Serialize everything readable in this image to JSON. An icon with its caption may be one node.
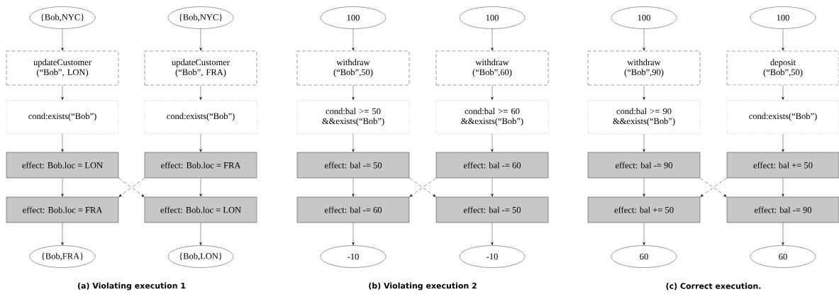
{
  "diagram": {
    "nodes": [
      {
        "text": [
          "{Bob,NYC}"
        ]
      },
      {
        "text": [
          "updateCustomer (“Bob”, LON)"
        ]
      },
      {
        "text": [
          "cond:exists(“Bob”)"
        ]
      },
      {
        "text": [
          "effect: Bob.loc = LON"
        ]
      },
      {
        "text": [
          "effect: Bob.loc = FRA"
        ]
      },
      {
        "text": [
          "{Bob,FRA}"
        ]
      },
      {
        "text": [
          "{Bob,NYC}"
        ]
      },
      {
        "text": [
          "updateCustomer (“Bob”, FRA)"
        ]
      },
      {
        "text": [
          "cond:exists(“Bob”)"
        ]
      },
      {
        "text": [
          "effect: Bob.loc = FRA"
        ]
      },
      {
        "text": [
          "effect: Bob.loc = LON"
        ]
      },
      {
        "text": [
          "{Bob,LON}"
        ]
      },
      {
        "text": [
          "100"
        ]
      },
      {
        "text": [
          "withdraw (“Bob”,50)"
        ]
      },
      {
        "text": [
          "cond:bal >= 50 &&exists(“Bob”)"
        ]
      },
      {
        "text": [
          "effect: bal -= 50"
        ]
      },
      {
        "text": [
          "effect: bal -= 60"
        ]
      },
      {
        "text": [
          "-10"
        ]
      },
      {
        "text": [
          "100"
        ]
      },
      {
        "text": [
          "withdraw (“Bob”,60)"
        ]
      },
      {
        "text": [
          "cond:bal >= 60 &&exists(“Bob”)"
        ]
      },
      {
        "text": [
          "effect: bal -= 60"
        ]
      },
      {
        "text": [
          "effect: bal -= 50"
        ]
      },
      {
        "text": [
          "-10"
        ]
      },
      {
        "text": [
          "100"
        ]
      },
      {
        "text": [
          "withdraw (“Bob”,90)"
        ]
      },
      {
        "text": [
          "cond:bal >= 90 &&exists(“Bob”)"
        ]
      },
      {
        "text": [
          "effect: bal -= 90"
        ]
      },
      {
        "text": [
          "effect: bal += 50"
        ]
      },
      {
        "text": [
          "60"
        ]
      },
      {
        "text": [
          "100"
        ]
      },
      {
        "text": [
          "deposit (“Bob”,50)"
        ]
      },
      {
        "text": [
          "cond:exists(“Bob”)"
        ]
      },
      {
        "text": [
          "effect: bal += 50"
        ]
      },
      {
        "text": [
          "effect: bal -= 90"
        ]
      },
      {
        "text": [
          "60"
        ]
      }
    ],
    "edges": [
      {
        "from": 0,
        "to": 1,
        "arrow": "to"
      },
      {
        "from": 1,
        "to": 2,
        "arrow": "to"
      },
      {
        "from": 2,
        "to": 3,
        "arrow": "to"
      },
      {
        "from": 3,
        "to": 4,
        "arrow": "to"
      },
      {
        "from": 4,
        "to": 5,
        "arrow": "to"
      },
      {
        "from": 6,
        "to": 7,
        "arrow": "to"
      },
      {
        "from": 7,
        "to": 8,
        "arrow": "to"
      },
      {
        "from": 8,
        "to": 9,
        "arrow": "to"
      },
      {
        "from": 9,
        "to": 10,
        "arrow": "to"
      },
      {
        "from": 10,
        "to": 11,
        "arrow": "to"
      },
      {
        "from": 3,
        "to": 10,
        "arrow": "to",
        "style": "dashed"
      },
      {
        "from": 9,
        "to": 4,
        "arrow": "to",
        "style": "dashed"
      },
      {
        "from": 12,
        "to": 13,
        "arrow": "to"
      },
      {
        "from": 13,
        "to": 14,
        "arrow": "to"
      },
      {
        "from": 14,
        "to": 15,
        "arrow": "to"
      },
      {
        "from": 15,
        "to": 16,
        "arrow": "to"
      },
      {
        "from": 16,
        "to": 17,
        "arrow": "to"
      },
      {
        "from": 18,
        "to": 19,
        "arrow": "to"
      },
      {
        "from": 19,
        "to": 20,
        "arrow": "to"
      },
      {
        "from": 20,
        "to": 21,
        "arrow": "to"
      },
      {
        "from": 21,
        "to": 22,
        "arrow": "to"
      },
      {
        "from": 22,
        "to": 23,
        "arrow": "to"
      },
      {
        "from": 15,
        "to": 22,
        "arrow": "to",
        "style": "dashed"
      },
      {
        "from": 21,
        "to": 16,
        "arrow": "to",
        "style": "dashed"
      },
      {
        "from": 24,
        "to": 25,
        "arrow": "to"
      },
      {
        "from": 25,
        "to": 26,
        "arrow": "to"
      },
      {
        "from": 26,
        "to": 27,
        "arrow": "to"
      },
      {
        "from": 27,
        "to": 28,
        "arrow": "to"
      },
      {
        "from": 28,
        "to": 29,
        "arrow": "to"
      },
      {
        "from": 30,
        "to": 31,
        "arrow": "to"
      },
      {
        "from": 31,
        "to": 32,
        "arrow": "to"
      },
      {
        "from": 32,
        "to": 33,
        "arrow": "to"
      },
      {
        "from": 33,
        "to": 34,
        "arrow": "to"
      },
      {
        "from": 34,
        "to": 35,
        "arrow": "to"
      },
      {
        "from": 27,
        "to": 34,
        "arrow": "to",
        "style": "dashed"
      },
      {
        "from": 33,
        "to": 28,
        "arrow": "to",
        "style": "dashed"
      }
    ],
    "labels": [
      "(a) Violating execution 1",
      "(b) Violating execution 2",
      "(c) Correct execution."
    ]
  }
}
